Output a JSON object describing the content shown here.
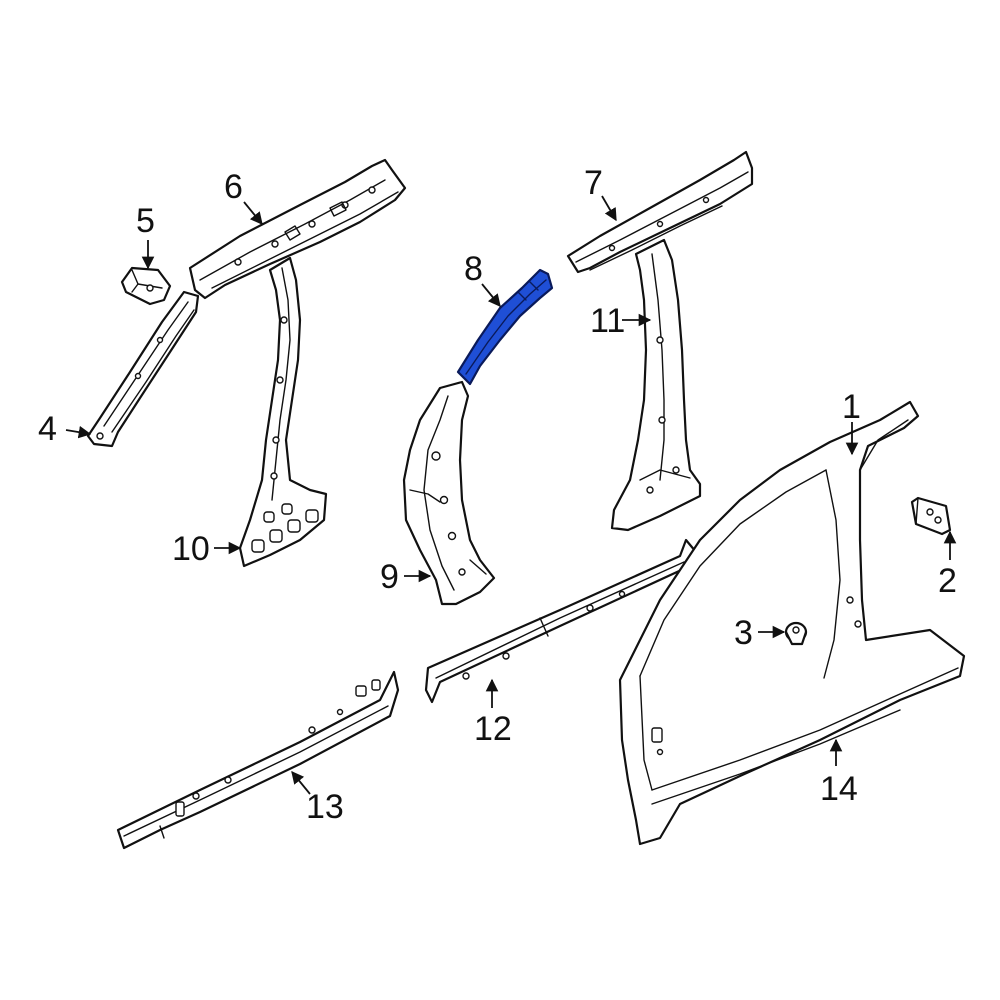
{
  "colors": {
    "highlight_fill": "#1f4fd6",
    "line": "#111111",
    "background": "#ffffff"
  },
  "highlighted_callout": "8",
  "callouts": {
    "c1": "1",
    "c2": "2",
    "c3": "3",
    "c4": "4",
    "c5": "5",
    "c6": "6",
    "c7": "7",
    "c8": "8",
    "c9": "9",
    "c10": "10",
    "c11": "11",
    "c12": "12",
    "c13": "13",
    "c14": "14"
  }
}
